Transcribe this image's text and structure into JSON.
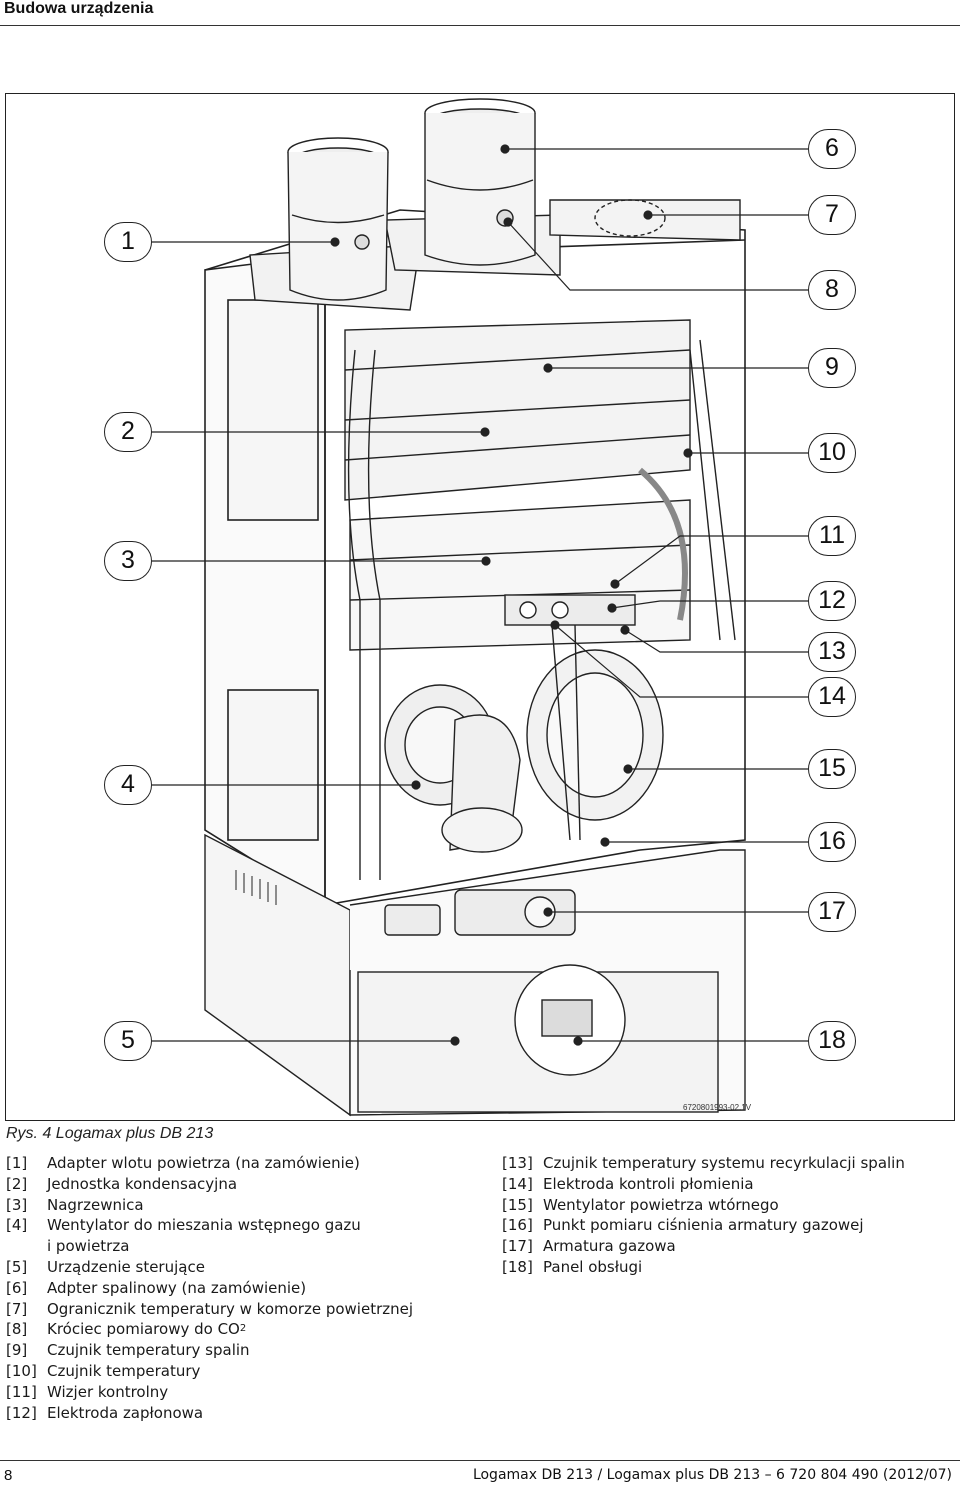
{
  "header": {
    "title": "Budowa urządzenia"
  },
  "figure": {
    "callouts_left": [
      "1",
      "2",
      "3",
      "4",
      "5"
    ],
    "callouts_right": [
      "6",
      "7",
      "8",
      "9",
      "10",
      "11",
      "12",
      "13",
      "14",
      "15",
      "16",
      "17",
      "18"
    ],
    "drawing_code": "6720801993-02.1V"
  },
  "caption": {
    "prefix": "Rys. 4",
    "title": "Logamax plus DB 213"
  },
  "legend_left": [
    {
      "key": "[1]",
      "text": "Adapter wlotu powietrza (na zamówienie)"
    },
    {
      "key": "[2]",
      "text": "Jednostka kondensacyjna"
    },
    {
      "key": "[3]",
      "text": "Nagrzewnica"
    },
    {
      "key": "[4]",
      "text": "Wentylator do mieszania wstępnego gazu",
      "text2": "i powietrza"
    },
    {
      "key": "[5]",
      "text": "Urządzenie sterujące"
    },
    {
      "key": "[6]",
      "text": "Adpter spalinowy (na zamówienie)"
    },
    {
      "key": "[7]",
      "text": "Ogranicznik temperatury w komorze powietrznej"
    },
    {
      "key": "[8]",
      "text": "Króciec pomiarowy do CO",
      "sub": "2"
    },
    {
      "key": "[9]",
      "text": "Czujnik temperatury spalin"
    },
    {
      "key": "[10]",
      "text": "Czujnik temperatury"
    },
    {
      "key": "[11]",
      "text": "Wizjer kontrolny"
    },
    {
      "key": "[12]",
      "text": "Elektroda zapłonowa"
    }
  ],
  "legend_right": [
    {
      "key": "[13]",
      "text": "Czujnik temperatury systemu recyrkulacji spalin"
    },
    {
      "key": "[14]",
      "text": "Elektroda kontroli płomienia"
    },
    {
      "key": "[15]",
      "text": "Wentylator powietrza wtórnego"
    },
    {
      "key": "[16]",
      "text": "Punkt pomiaru ciśnienia armatury gazowej"
    },
    {
      "key": "[17]",
      "text": "Armatura gazowa"
    },
    {
      "key": "[18]",
      "text": "Panel obsługi"
    }
  ],
  "footer": {
    "page_number": "8",
    "doc_title": "Logamax DB 213 / Logamax plus DB 213 – 6 720 804 490 (2012/07)"
  }
}
